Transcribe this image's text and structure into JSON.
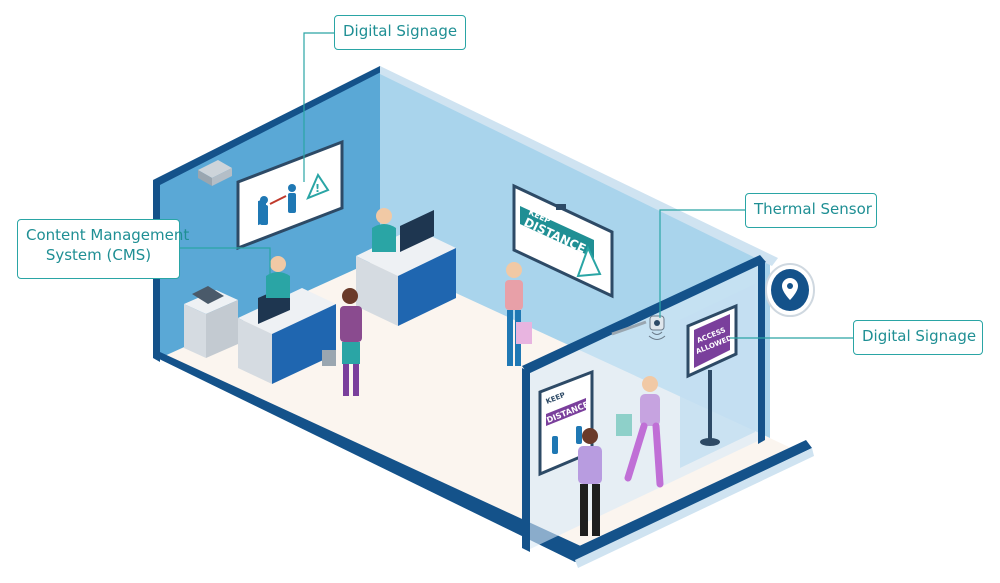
{
  "callouts": {
    "digital_signage_top": "Digital Signage",
    "cms_line1": "Content Management",
    "cms_line2": "System (CMS)",
    "thermal_sensor": "Thermal Sensor",
    "digital_signage_right": "Digital Signage"
  },
  "signs": {
    "keep": "KEEP",
    "distance": "DISTANCE",
    "access": "ACCESS",
    "allowed": "ALLOWED"
  },
  "icons": [
    "location-pin-icon",
    "warning-icon",
    "person-icon",
    "distance-arrow-icon"
  ],
  "colors": {
    "accent": "#2aa5a5",
    "wall_dark": "#5aa8d6",
    "wall_light": "#a9d4ec",
    "frame": "#14528a",
    "floor": "#fbf5ef",
    "sign_purple": "#7a3f9c"
  }
}
